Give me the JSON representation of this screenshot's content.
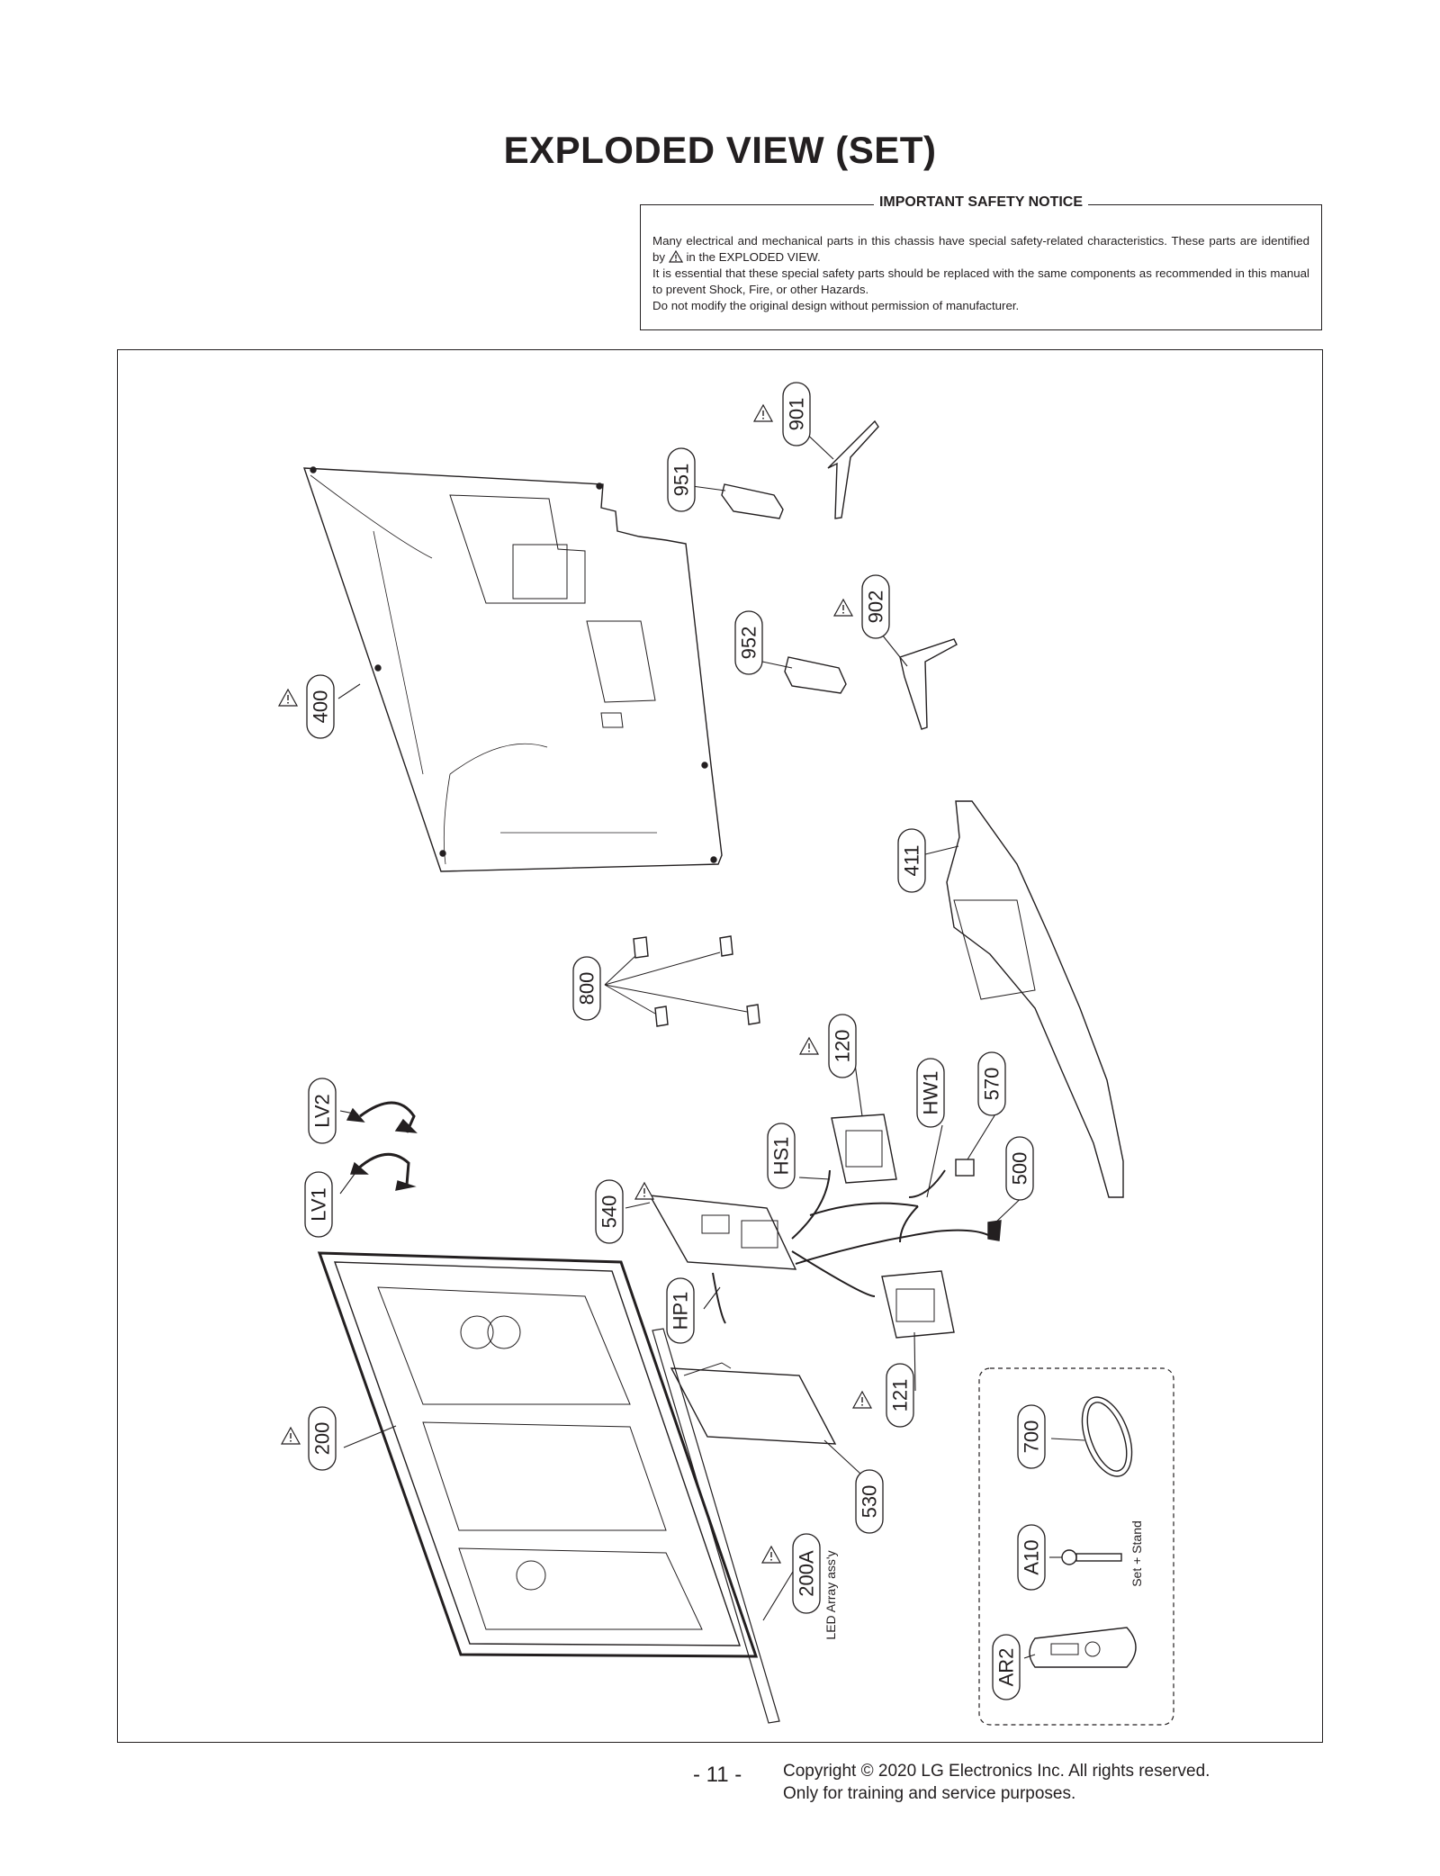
{
  "title": "EXPLODED VIEW (SET)",
  "notice": {
    "heading": "IMPORTANT SAFETY NOTICE",
    "line1": "Many electrical and mechanical parts in this chassis have special safety-related characteristics. These parts are identified by",
    "line1_tail": "in the EXPLODED VIEW.",
    "line2": "It is essential that these special safety parts should be replaced with the same components as recommended in this manual to prevent Shock, Fire, or other Hazards.",
    "line3": "Do not modify the original design without permission of manufacturer."
  },
  "labels": {
    "p901": "901",
    "p951": "951",
    "p902": "902",
    "p952": "952",
    "p400": "400",
    "p411": "411",
    "p800": "800",
    "p120": "120",
    "p570": "570",
    "pHW1": "HW1",
    "p500": "500",
    "pHS1": "HS1",
    "pLV2": "LV2",
    "pLV1": "LV1",
    "p540": "540",
    "pHP1": "HP1",
    "p121": "121",
    "p200": "200",
    "p530": "530",
    "p200A": "200A",
    "p700": "700",
    "pA10": "A10",
    "pAR2": "AR2"
  },
  "annotations": {
    "led_array": "LED Array ass'y",
    "set_stand": "Set + Stand"
  },
  "footer": {
    "page_number": "- 11 -",
    "copyright_line1": "Copyright © 2020 LG Electronics Inc. All rights reserved.",
    "copyright_line2": "Only for training and service purposes."
  }
}
